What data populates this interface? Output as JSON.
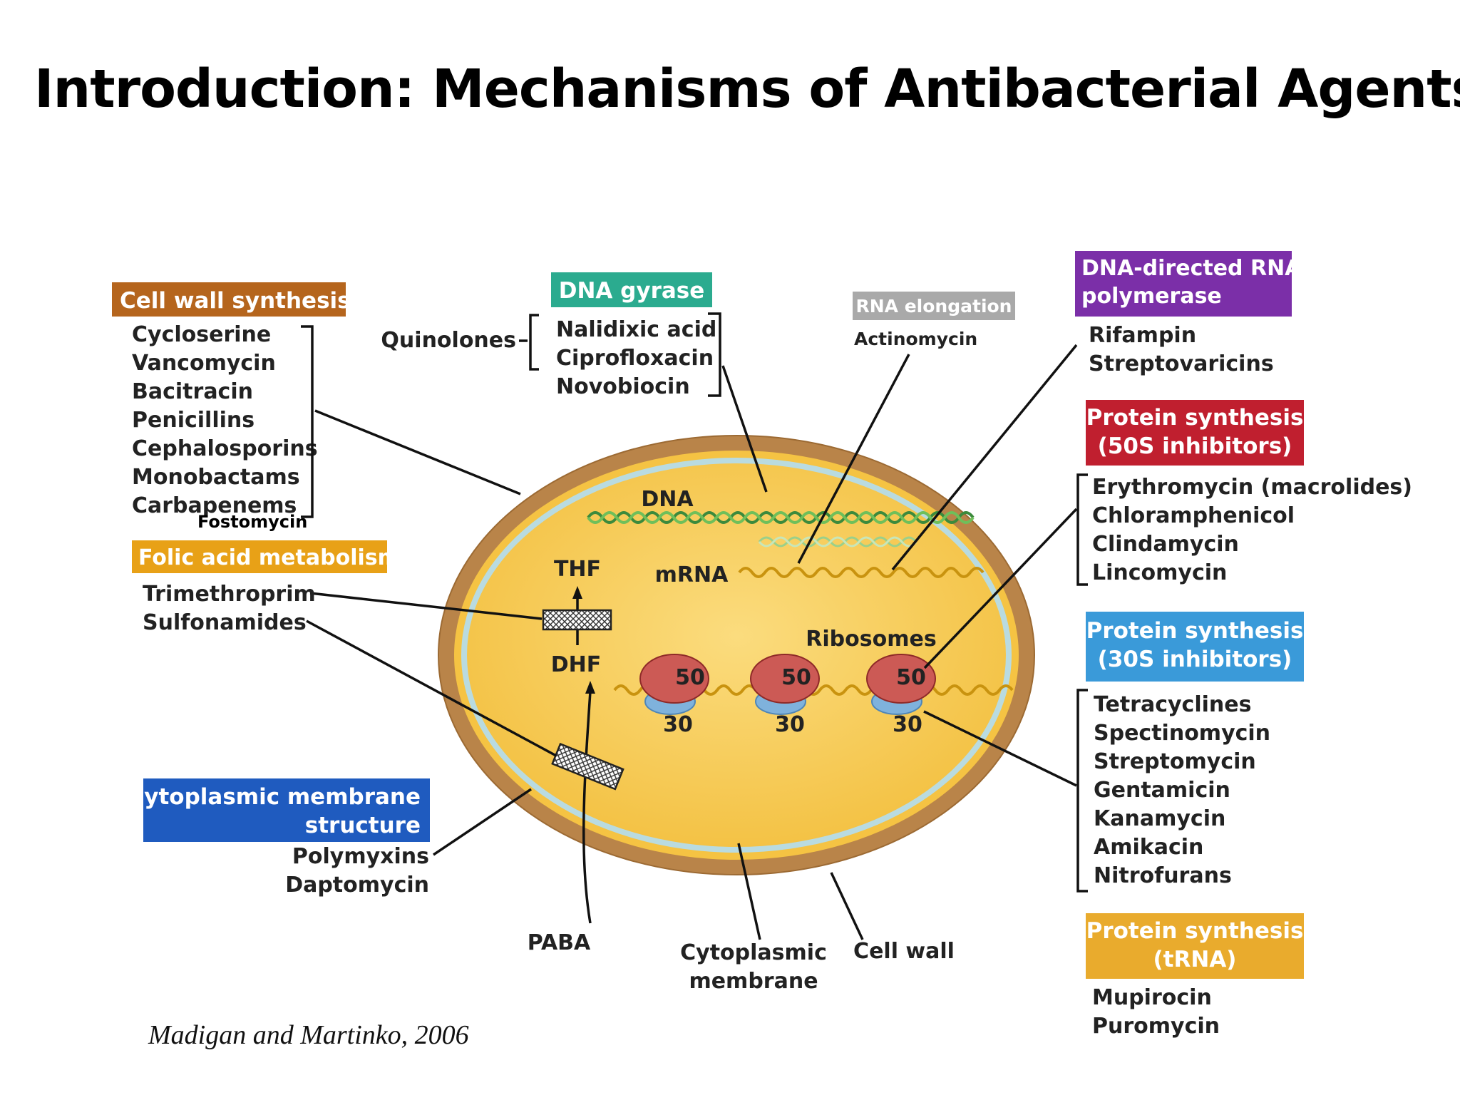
{
  "title": "Introduction: Mechanisms of Antibacterial Agents",
  "citation": "Madigan and Martinko, 2006",
  "colors": {
    "cell_wall_synthesis": "#b5651d",
    "dna_gyrase": "#2bab8f",
    "rna_elongation": "#a9a9a9",
    "rna_polymerase": "#7b2fa8",
    "protein_50s": "#c01f2f",
    "protein_30s": "#3a9ad9",
    "protein_trna": "#e9ab2d",
    "folic_acid": "#e8a117",
    "membrane": "#1f5bbf",
    "cell_wall": "#b98449",
    "cytoplasm": "#f7cb52",
    "membrane_layer": "#b9dbe0"
  },
  "cell_wall_synthesis": {
    "header": "Cell wall synthesis",
    "drugs": [
      "Cycloserine",
      "Vancomycin",
      "Bacitracin",
      "Penicillins",
      "Cephalosporins",
      "Monobactams",
      "Carbapenems"
    ],
    "extra": "Fostomycin"
  },
  "folic_acid": {
    "header": "Folic acid metabolism",
    "drugs": [
      "Trimethroprim",
      "Sulfonamides"
    ]
  },
  "membrane": {
    "header_line1": "Cytoplasmic membrane",
    "header_line2": "structure",
    "drugs": [
      "Polymyxins",
      "Daptomycin"
    ]
  },
  "dna_gyrase": {
    "header": "DNA gyrase",
    "group_label": "Quinolones",
    "drugs": [
      "Nalidixic acid",
      "Ciprofloxacin",
      "Novobiocin"
    ]
  },
  "rna_elongation": {
    "header": "RNA elongation",
    "drugs": [
      "Actinomycin"
    ]
  },
  "rna_polymerase": {
    "header_line1": "DNA-directed RNA",
    "header_line2": "polymerase",
    "drugs": [
      "Rifampin",
      "Streptovaricins"
    ]
  },
  "protein_50s": {
    "header_line1": "Protein synthesis",
    "header_line2": "(50S inhibitors)",
    "drugs": [
      "Erythromycin (macrolides)",
      "Chloramphenicol",
      "Clindamycin",
      "Lincomycin"
    ]
  },
  "protein_30s": {
    "header_line1": "Protein synthesis",
    "header_line2": "(30S inhibitors)",
    "drugs": [
      "Tetracyclines",
      "Spectinomycin",
      "Streptomycin",
      "Gentamicin",
      "Kanamycin",
      "Amikacin",
      "Nitrofurans"
    ]
  },
  "protein_trna": {
    "header_line1": "Protein synthesis",
    "header_line2": "(tRNA)",
    "drugs": [
      "Mupirocin",
      "Puromycin"
    ]
  },
  "cell_labels": {
    "dna": "DNA",
    "mrna": "mRNA",
    "thf": "THF",
    "dhf": "DHF",
    "paba": "PABA",
    "ribosomes": "Ribosomes",
    "large_subunit": "50",
    "small_subunit": "30",
    "cytoplasmic_membrane_line1": "Cytoplasmic",
    "cytoplasmic_membrane_line2": "membrane",
    "cell_wall": "Cell wall"
  }
}
